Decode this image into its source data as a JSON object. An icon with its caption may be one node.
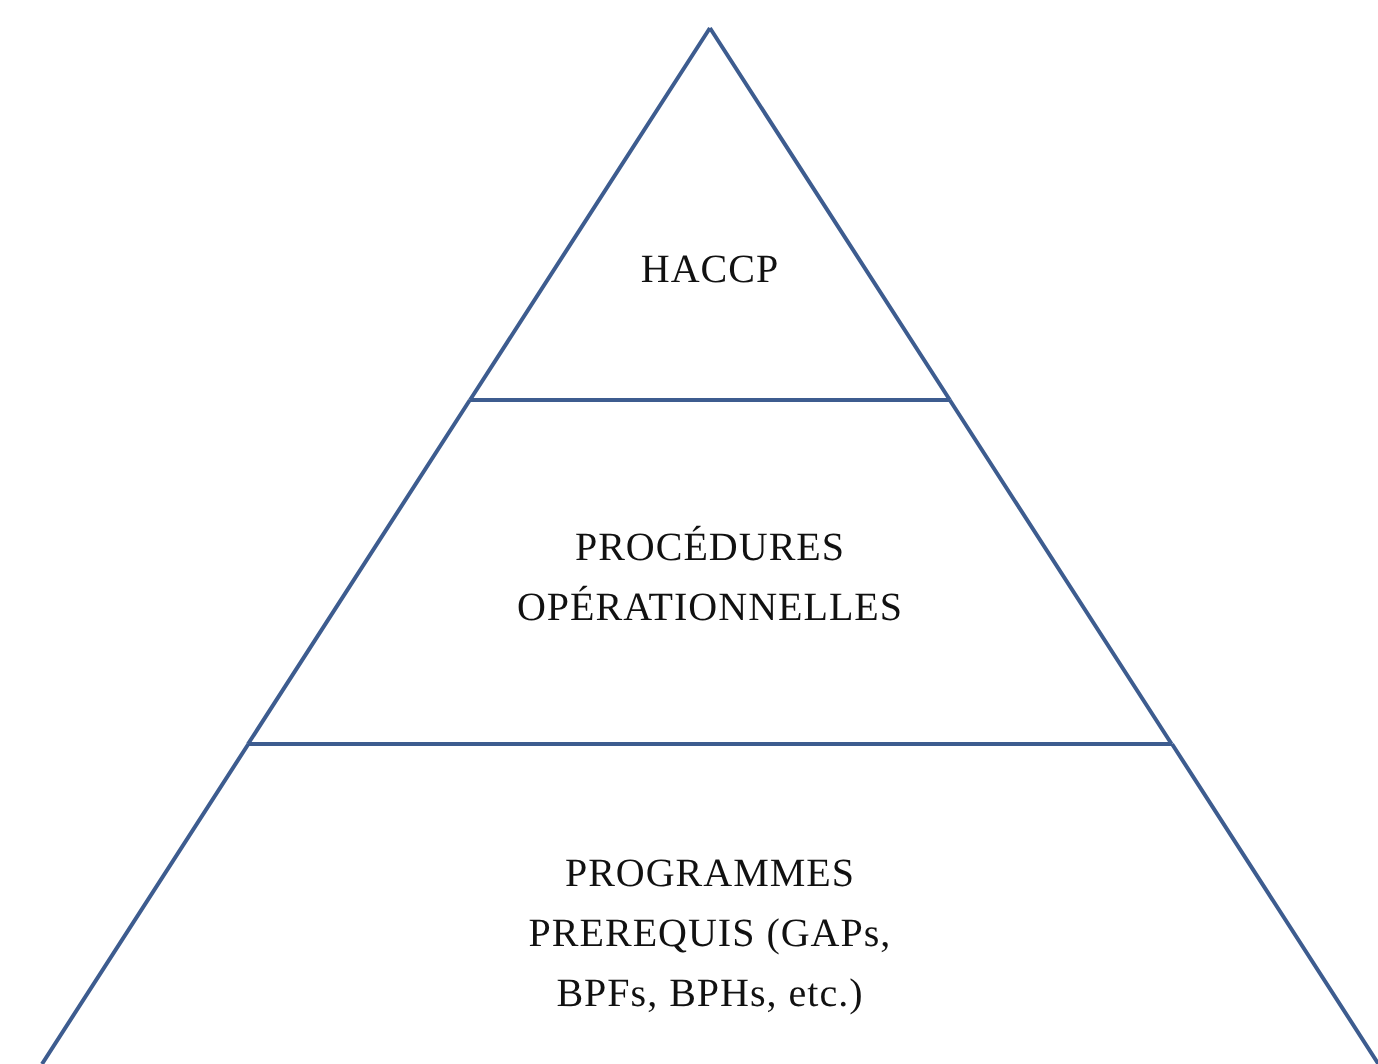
{
  "diagram": {
    "nodes": [
      {
        "text": [
          "HACCP"
        ]
      },
      {
        "text": [
          "PROCÉDURES OPÉRATIONNELLES"
        ]
      },
      {
        "text": [
          "PROGRAMMES PREREQUIS (GAPs, BPFs, BPHs, etc.)"
        ]
      }
    ]
  }
}
